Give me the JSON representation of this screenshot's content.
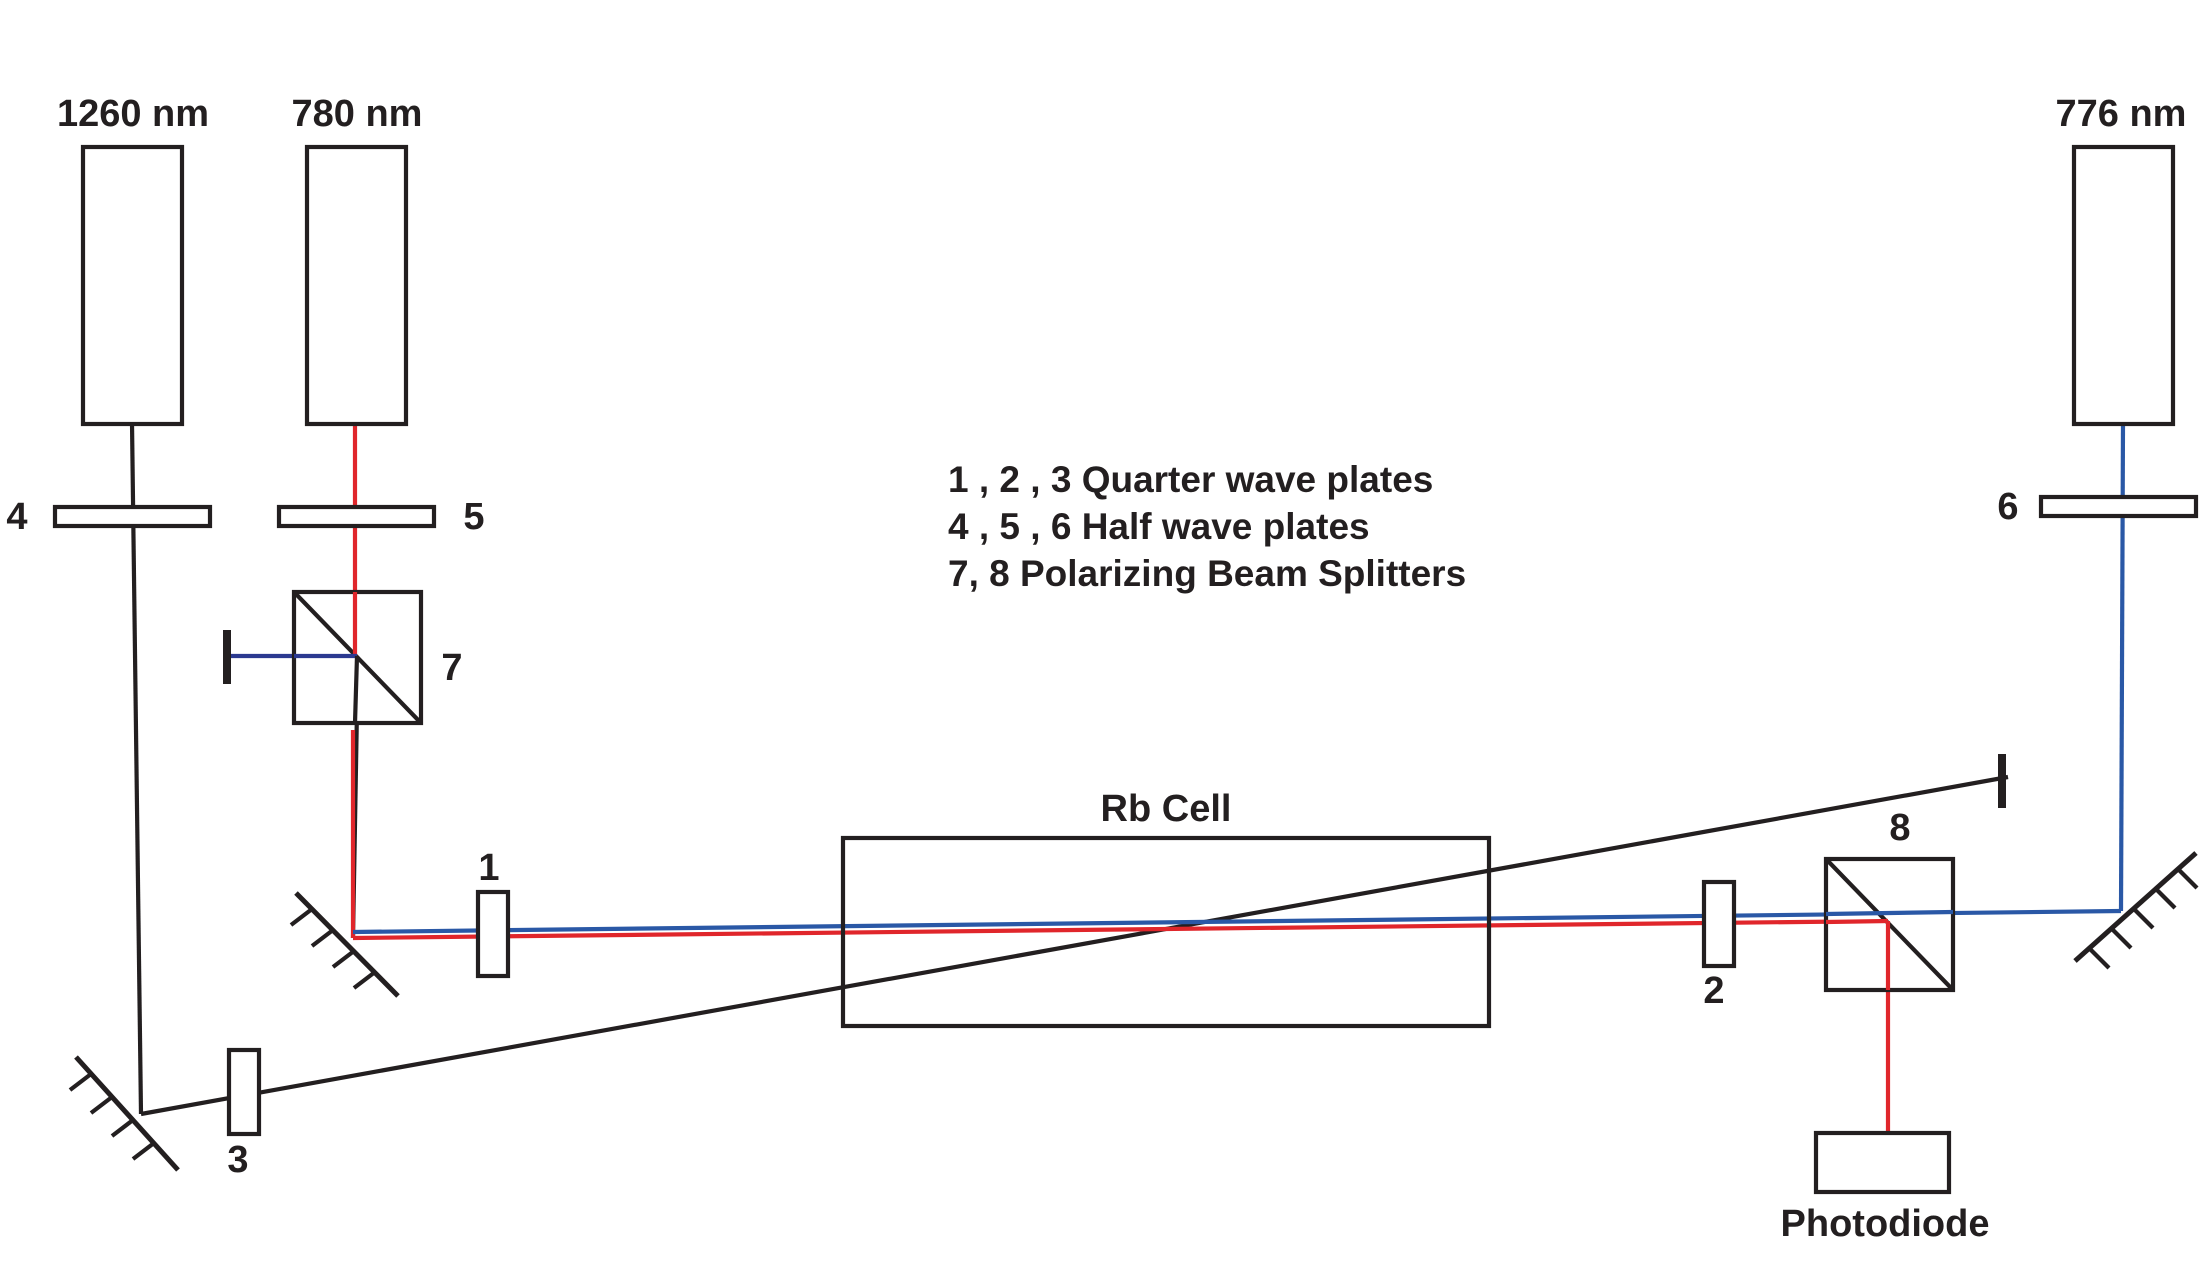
{
  "lasers": {
    "laser_1260": "1260 nm",
    "laser_780": "780 nm",
    "laser_776": "776 nm"
  },
  "legend": {
    "line1": "1 , 2 , 3 Quarter wave plates",
    "line2": "4 , 5 , 6  Half wave plates",
    "line3": "7, 8 Polarizing Beam Splitters"
  },
  "components": {
    "rb_cell": "Rb Cell",
    "photodiode": "Photodiode"
  },
  "numbers": {
    "qwp1": "1",
    "qwp2": "2",
    "qwp3": "3",
    "hwp4": "4",
    "hwp5": "5",
    "hwp6": "6",
    "pbs7": "7",
    "pbs8": "8"
  },
  "colors": {
    "black_beam": "#231f20",
    "red_beam": "#e0262b",
    "blue_beam": "#2a58a6",
    "dark_blue_beam": "#2b3990"
  }
}
